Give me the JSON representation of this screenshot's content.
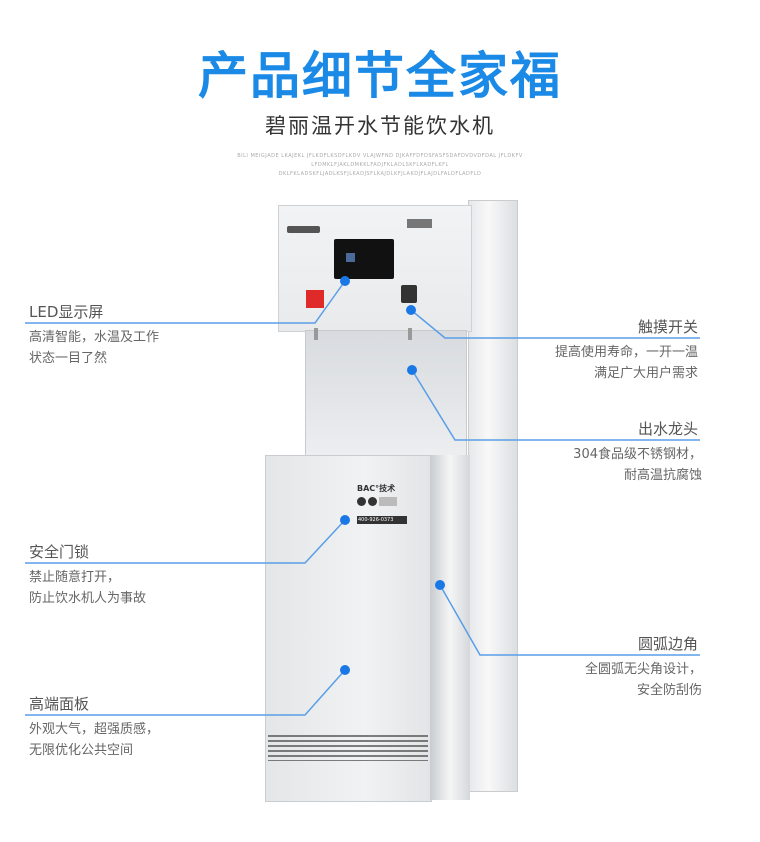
{
  "header": {
    "title": "产品细节全家福",
    "subtitle": "碧丽温开水节能饮水机",
    "fine_print": [
      "BILI MEIGJADE LKAJEKL JFLKDFLKSDFLKDV VLAJWFND  DJKAFFDFDSFASFSDAFDVDVDFDAL JFLDKFV",
      "LFDMKLFJAKLDMKKLFADJFKLADLSKFLKADFLKFL",
      "DKLFKLADSKFLJADLKSFJLKADJSFLKAJDLKFJLAKDJFLAJDLFALDFLADFLD"
    ]
  },
  "machine": {
    "badge": "BAC°技术",
    "phone": "400-926-0373"
  },
  "callouts": [
    {
      "side": "left",
      "title": "LED显示屏",
      "desc": [
        "高清智能，水温及工作",
        "状态一目了然"
      ]
    },
    {
      "side": "right",
      "title": "触摸开关",
      "desc": [
        "提高使用寿命，一开一温",
        "满足广大用户需求"
      ]
    },
    {
      "side": "right",
      "title": "出水龙头",
      "desc": [
        "304食品级不锈钢材，",
        "耐高温抗腐蚀"
      ]
    },
    {
      "side": "left",
      "title": "安全门锁",
      "desc": [
        "禁止随意打开，",
        "防止饮水机人为事故"
      ]
    },
    {
      "side": "right",
      "title": "圆弧边角",
      "desc": [
        "全圆弧无尖角设计，",
        "安全防刮伤"
      ]
    },
    {
      "side": "left",
      "title": "高端面板",
      "desc": [
        "外观大气，超强质感，",
        "无限优化公共空间"
      ]
    }
  ],
  "colors": {
    "accent": "#1a8ae6",
    "line": "#5a9ee8"
  }
}
